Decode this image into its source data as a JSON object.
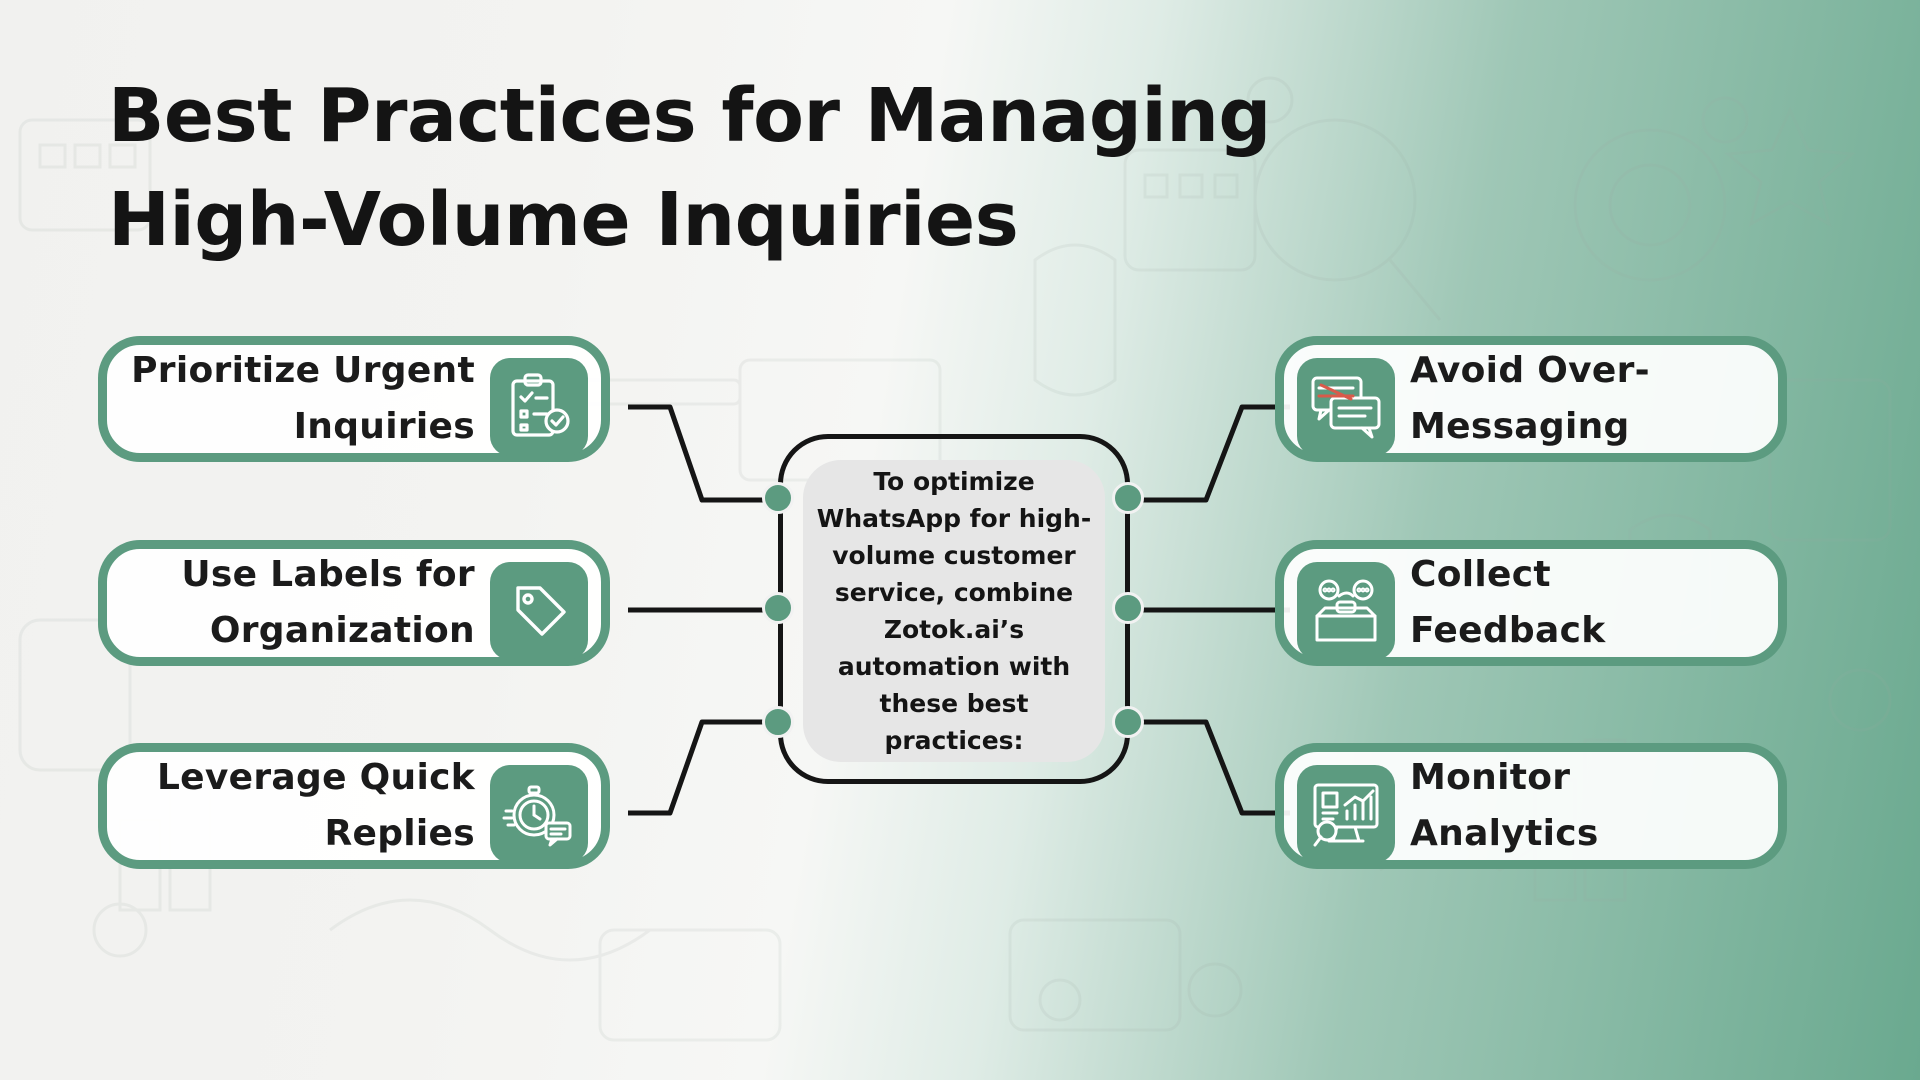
{
  "title": {
    "line1": "Best Practices for Managing",
    "line2": "High-Volume Inquiries"
  },
  "center": {
    "text": "To optimize WhatsApp for high-volume customer service, combine Zotok.ai’s automation with these best practices:"
  },
  "left_items": [
    {
      "line1": "Prioritize Urgent",
      "line2": "Inquiries",
      "icon": "clipboard-check-icon"
    },
    {
      "line1": "Use Labels for",
      "line2": "Organization",
      "icon": "tag-icon"
    },
    {
      "line1": "Leverage Quick",
      "line2": "Replies",
      "icon": "stopwatch-chat-icon"
    }
  ],
  "right_items": [
    {
      "line1": "Avoid Over-",
      "line2": "Messaging",
      "icon": "chat-bubbles-crossed-icon"
    },
    {
      "line1": "Collect",
      "line2": "Feedback",
      "icon": "feedback-box-icon"
    },
    {
      "line1": "Monitor",
      "line2": "Analytics",
      "icon": "analytics-monitor-icon"
    }
  ],
  "colors": {
    "accent": "#5c9b80",
    "text": "#141414",
    "center_bg": "#e6e6e6"
  }
}
